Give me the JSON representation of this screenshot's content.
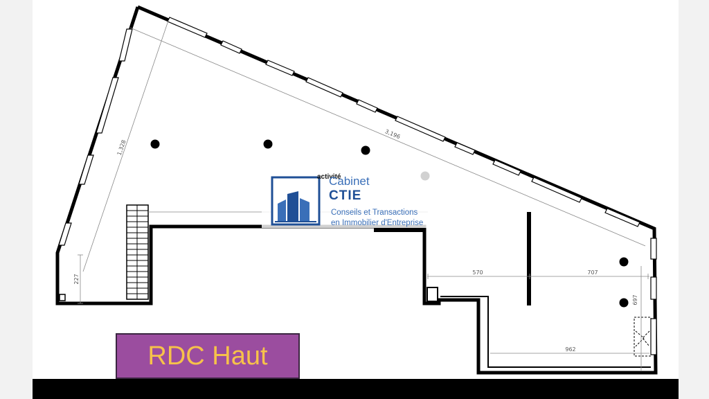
{
  "logo": {
    "activite": "activité",
    "cabinet": "Cabinet",
    "ctie": "CTIE",
    "tagline_1": "Conseils et Transactions",
    "tagline_2": "en Immobilier d'Entreprise",
    "colors": {
      "primary": "#1f4f96",
      "secondary": "#3a6fb8"
    }
  },
  "level_label": "RDC Haut",
  "level_label_colors": {
    "background": "#9b4d9f",
    "text": "#f6c24a"
  },
  "dimensions": {
    "diagonal_top": "3,196",
    "left_side": "1,328",
    "left_low": "227",
    "mid_1": "570",
    "mid_2": "707",
    "bottom": "962",
    "right_side": "697"
  }
}
